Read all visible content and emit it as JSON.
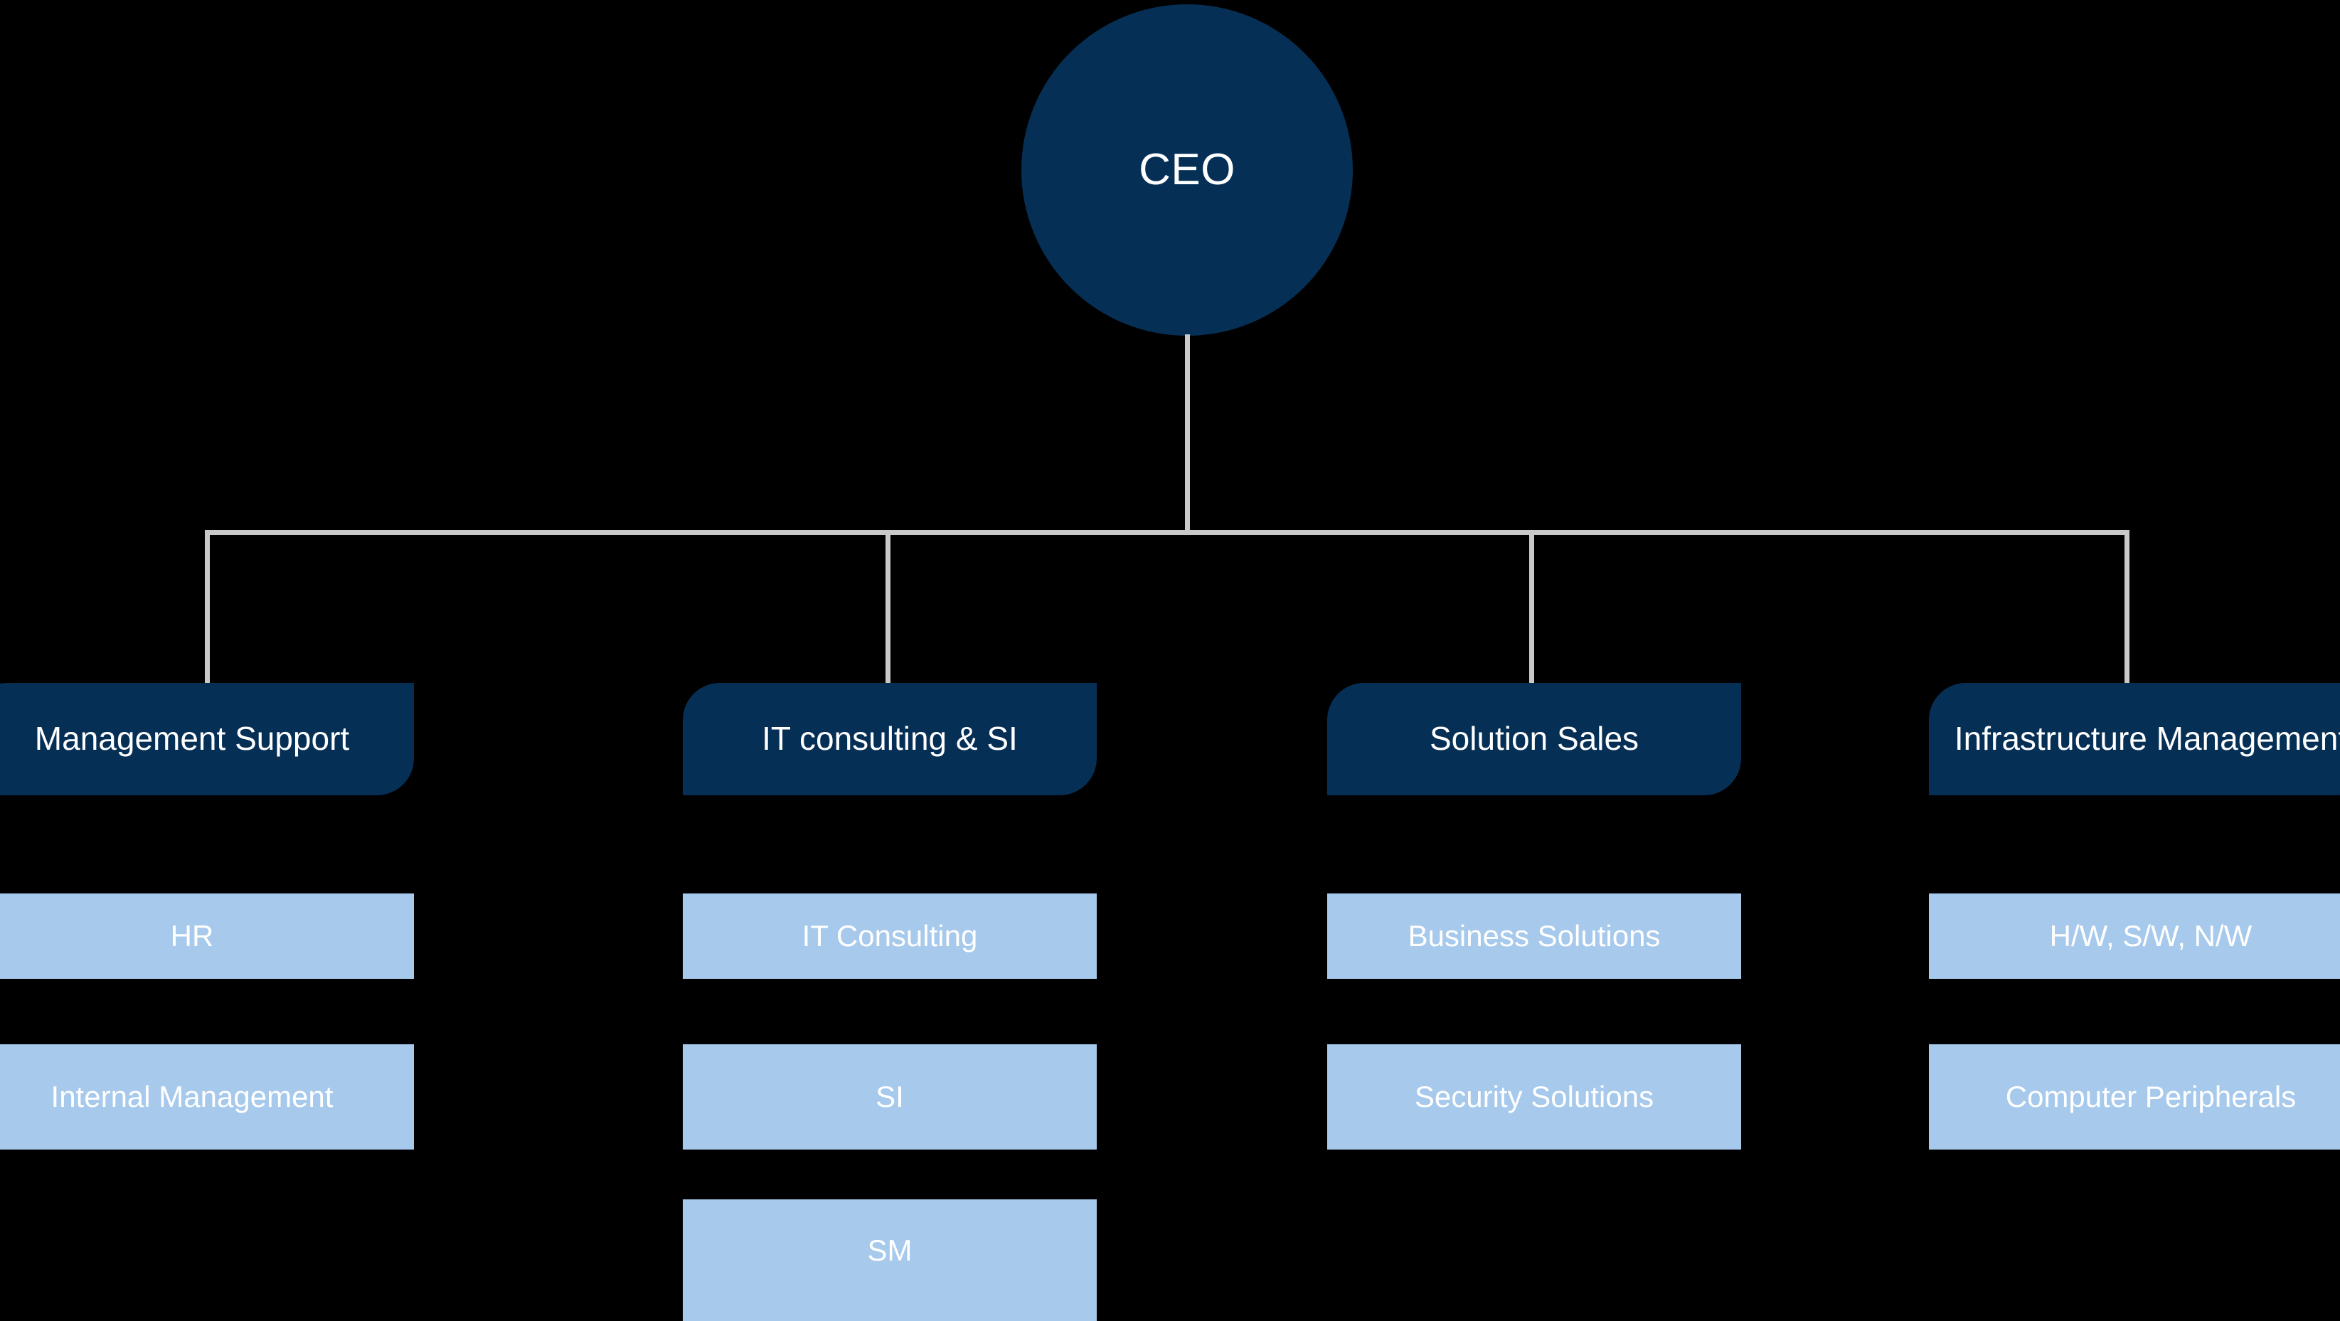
{
  "chart_data": {
    "type": "diagram",
    "diagram_type": "organizational-chart",
    "title": "",
    "colors": {
      "background": "#000000",
      "level1_node": "#062F56",
      "level2_node": "#062F56",
      "level3_node": "#A6C9EC",
      "connector_line": "#C9C9C9",
      "node_text": "#FFFFFF"
    },
    "root": {
      "label": "CEO",
      "shape": "circle"
    },
    "branches": [
      {
        "label": "Management Support",
        "shape": "rounded-diagonal-rect",
        "children": [
          "HR",
          "Internal Management"
        ]
      },
      {
        "label": "IT consulting & SI",
        "shape": "rounded-diagonal-rect",
        "children": [
          "IT Consulting",
          "SI",
          "SM"
        ]
      },
      {
        "label": "Solution Sales",
        "shape": "rounded-diagonal-rect",
        "children": [
          "Business Solutions",
          "Security Solutions"
        ]
      },
      {
        "label": "Infrastructure Management",
        "shape": "rounded-diagonal-rect",
        "children": [
          "H/W, S/W, N/W",
          "Computer Peripherals"
        ]
      }
    ]
  },
  "root": {
    "label": "CEO"
  },
  "departments": [
    {
      "label": "Management Support"
    },
    {
      "label": "IT consulting & SI"
    },
    {
      "label": "Solution Sales"
    },
    {
      "label": "Infrastructure Management"
    }
  ],
  "subunits": {
    "management_support": [
      {
        "label": "HR"
      },
      {
        "label": "Internal Management"
      }
    ],
    "it_consulting_si": [
      {
        "label": "IT Consulting"
      },
      {
        "label": "SI"
      },
      {
        "label": "SM"
      }
    ],
    "solution_sales": [
      {
        "label": "Business Solutions"
      },
      {
        "label": "Security Solutions"
      }
    ],
    "infrastructure_management": [
      {
        "label": "H/W, S/W, N/W"
      },
      {
        "label": "Computer Peripherals"
      }
    ]
  }
}
